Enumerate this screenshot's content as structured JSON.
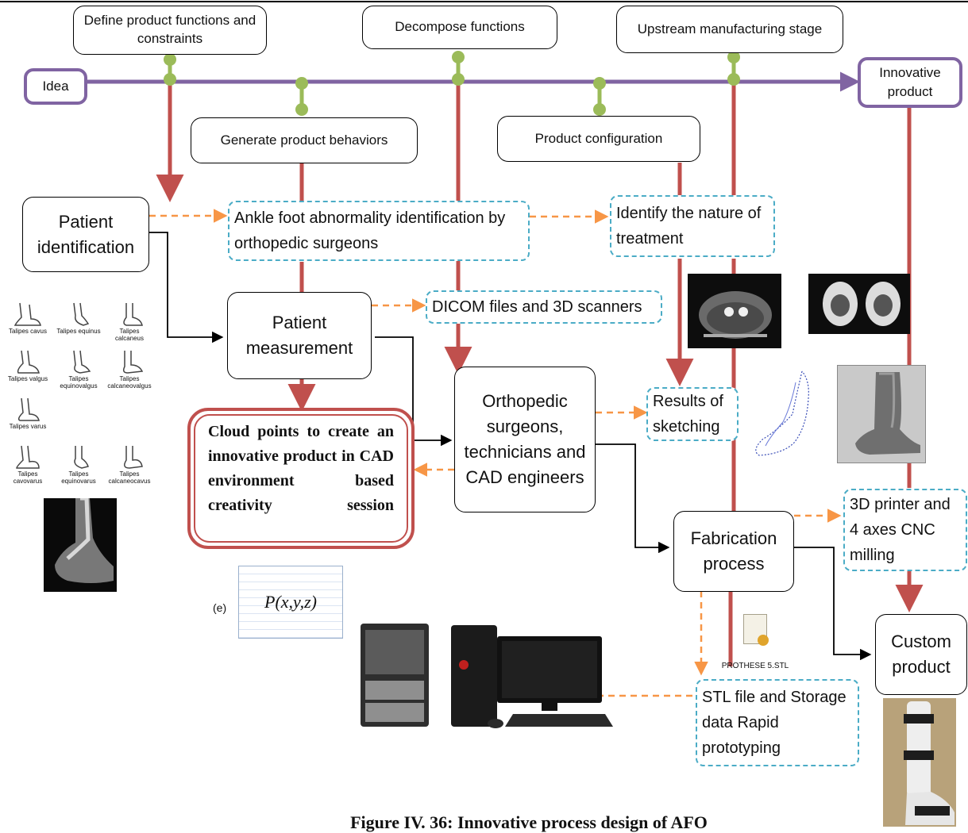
{
  "diagram": {
    "top_stages": {
      "define": "Define product functions and constraints",
      "decompose": "Decompose functions",
      "upstream": "Upstream manufacturing stage",
      "behaviors": "Generate product behaviors",
      "configuration": "Product configuration"
    },
    "timeline": {
      "start": "Idea",
      "end": "Innovative product"
    },
    "process": {
      "patient_identification": "Patient identification",
      "abnormality": "Ankle foot abnormality identification by orthopedic surgeons",
      "treatment": "Identify the nature of treatment",
      "patient_measurement": "Patient measurement",
      "dicom": "DICOM files and 3D scanners",
      "team": "Orthopedic surgeons, technicians and CAD engineers",
      "sketching": "Results of sketching",
      "cloud_points": "Cloud points to create an innovative product in CAD environment based creativity session",
      "fabrication": "Fabrication process",
      "printer": "3D printer and 4 axes CNC milling",
      "custom": "Custom product",
      "stl": "STL file and Storage data Rapid prototyping"
    },
    "image_labels": {
      "formula_tag": "(e)",
      "formula": "P(x,y,z)",
      "stl_file": "PROTHESE 5.STL",
      "foot_types": [
        "Talipes cavus",
        "Talipes equinus",
        "Talipes calcaneus",
        "Talipes valgus",
        "Talipes equinovalgus",
        "Talipes calcaneovalgus",
        "Talipes varus",
        "",
        "",
        "Talipes cavovarus",
        "Talipes equinovarus",
        "Talipes calcaneocavus"
      ]
    },
    "caption": "Figure IV. 36: Innovative process design of AFO",
    "colors": {
      "timeline": "#8064a2",
      "connector": "#9bbb59",
      "flow_arrow": "#c0504d",
      "dashed_arrow": "#f79646",
      "dashed_border": "#4bacc6"
    }
  }
}
